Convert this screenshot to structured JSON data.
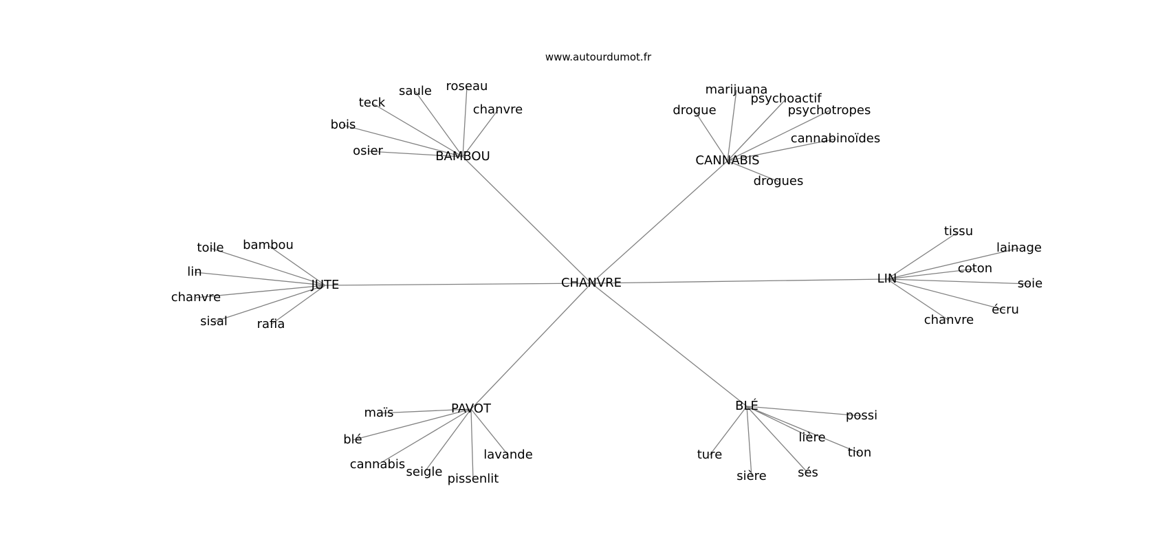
{
  "site_label": "www.autourdumot.fr",
  "root": {
    "id": "chanvre",
    "label": "CHANVRE"
  },
  "hubs": [
    {
      "id": "bambou",
      "label": "BAMBOU",
      "leaves": [
        "osier",
        "bois",
        "teck",
        "saule",
        "roseau",
        "chanvre"
      ]
    },
    {
      "id": "cannabis",
      "label": "CANNABIS",
      "leaves": [
        "drogue",
        "marijuana",
        "psychoactif",
        "psychotropes",
        "cannabinoïdes",
        "drogues"
      ]
    },
    {
      "id": "jute",
      "label": "JUTE",
      "leaves": [
        "toile",
        "bambou",
        "lin",
        "chanvre",
        "sisal",
        "rafia"
      ]
    },
    {
      "id": "lin",
      "label": "LIN",
      "leaves": [
        "tissu",
        "lainage",
        "coton",
        "soie",
        "écru",
        "chanvre"
      ]
    },
    {
      "id": "pavot",
      "label": "PAVOT",
      "leaves": [
        "maïs",
        "blé",
        "cannabis",
        "seigle",
        "pissenlit",
        "lavande"
      ]
    },
    {
      "id": "ble",
      "label": "BLÉ",
      "leaves": [
        "possi",
        "lière",
        "tion",
        "ture",
        "sière",
        "sés"
      ]
    }
  ]
}
